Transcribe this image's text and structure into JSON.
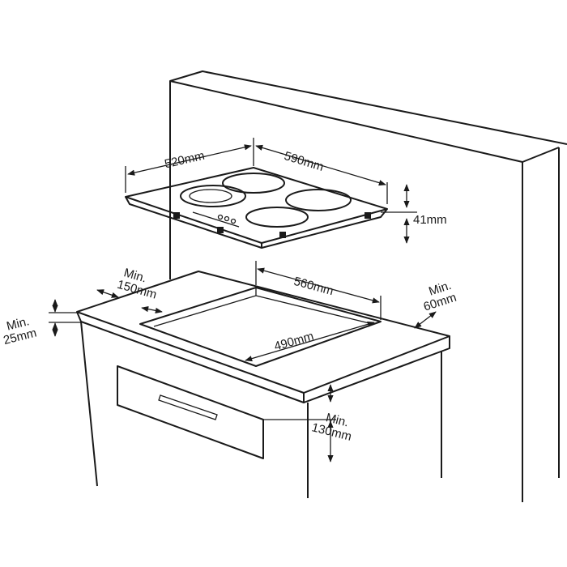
{
  "labels": {
    "hob_depth": "520mm",
    "hob_width": "590mm",
    "hob_height": "41mm",
    "cutout_width": "560mm",
    "cutout_depth": "490mm",
    "min_back_prefix": "Min.",
    "min_back_value": "150mm",
    "min_side_prefix": "Min.",
    "min_side_value": "60mm",
    "min_top_prefix": "Min.",
    "min_top_value": "25mm",
    "min_drawer_prefix": "Min.",
    "min_drawer_value": "130mm"
  }
}
